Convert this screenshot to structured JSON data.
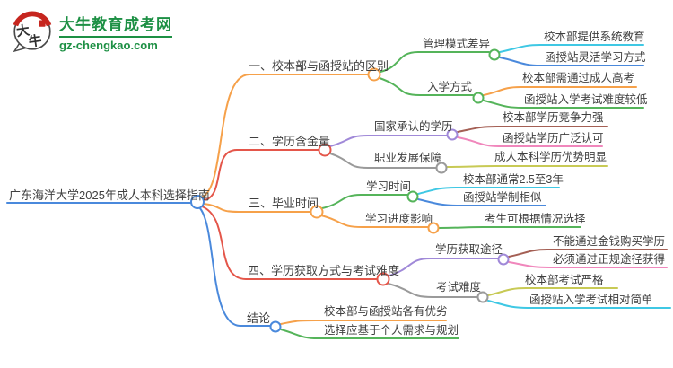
{
  "logo": {
    "title": "大牛教育成考网",
    "domain": "gz-chengkao.com",
    "badge_char1": "大",
    "badge_char2": "牛"
  },
  "mindmap": {
    "root": "广东海洋大学2025年成人本科选择指南",
    "branches": [
      {
        "label": "一、校本部与函授站的区别",
        "children": [
          {
            "label": "管理模式差异",
            "children": [
              {
                "label": "校本部提供系统教育"
              },
              {
                "label": "函授站灵活学习方式"
              }
            ]
          },
          {
            "label": "入学方式",
            "children": [
              {
                "label": "校本部需通过成人高考"
              },
              {
                "label": "函授站入学考试难度较低"
              }
            ]
          }
        ]
      },
      {
        "label": "二、学历含金量",
        "children": [
          {
            "label": "国家承认的学历",
            "children": [
              {
                "label": "校本部学历竞争力强"
              },
              {
                "label": "函授站学历广泛认可"
              }
            ]
          },
          {
            "label": "职业发展保障",
            "children": [
              {
                "label": "成人本科学历优势明显"
              }
            ]
          }
        ]
      },
      {
        "label": "三、毕业时间",
        "children": [
          {
            "label": "学习时间",
            "children": [
              {
                "label": "校本部通常2.5至3年"
              },
              {
                "label": "函授站学制相似"
              }
            ]
          },
          {
            "label": "学习进度影响",
            "children": [
              {
                "label": "考生可根据情况选择"
              }
            ]
          }
        ]
      },
      {
        "label": "四、学历获取方式与考试难度",
        "children": [
          {
            "label": "学历获取途径",
            "children": [
              {
                "label": "不能通过金钱购买学历"
              },
              {
                "label": "必须通过正规途径获得"
              }
            ]
          },
          {
            "label": "考试难度",
            "children": [
              {
                "label": "校本部考试严格"
              },
              {
                "label": "函授站入学考试相对简单"
              }
            ]
          }
        ]
      },
      {
        "label": "结论",
        "children": [
          {
            "label": "校本部与函授站各有优劣"
          },
          {
            "label": "选择应基于个人需求与规划"
          }
        ]
      }
    ]
  },
  "colors": {
    "blue": "#4a89dc",
    "orange": "#f6a14a",
    "red": "#e4564a",
    "green": "#55b45a",
    "cyan": "#3fc8e4",
    "purple": "#a089d8",
    "gray": "#9a9a9a",
    "brown": "#a45f54",
    "pink": "#f087bc",
    "olive": "#c8ca55",
    "logo_green": "#1d9044",
    "seal_red": "#c6261f"
  }
}
